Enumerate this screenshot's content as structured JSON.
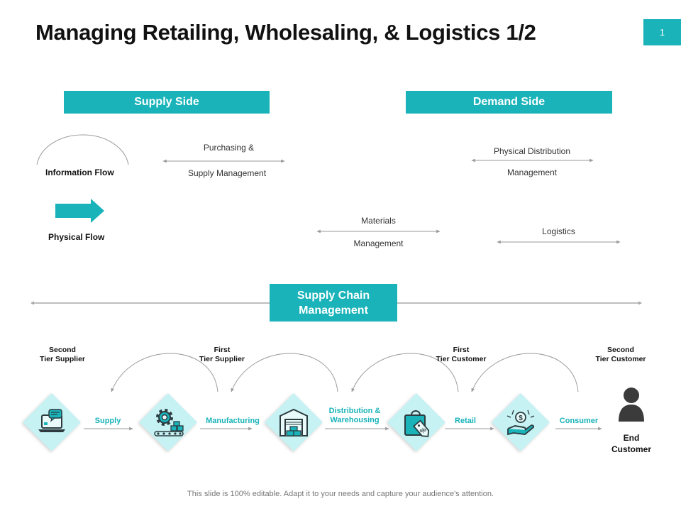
{
  "slide": {
    "title": "Managing Retailing, Wholesaling, & Logistics 1/2",
    "page_number": "1",
    "footer": "This slide is 100% editable. Adapt it to your needs and capture your audience's attention."
  },
  "banners": {
    "supply_side": "Supply Side",
    "demand_side": "Demand Side",
    "scm_line1": "Supply Chain",
    "scm_line2": "Management"
  },
  "legend": {
    "information_flow": "Information Flow",
    "physical_flow": "Physical  Flow"
  },
  "flows": {
    "purchasing_1": "Purchasing &",
    "purchasing_2": "Supply Management",
    "physical_dist_1": "Physical Distribution",
    "physical_dist_2": "Management",
    "materials_1": "Materials",
    "materials_2": "Management",
    "logistics": "Logistics"
  },
  "tiers": {
    "second_supplier_1": "Second",
    "second_supplier_2": "Tier Supplier",
    "first_supplier_1": "First",
    "first_supplier_2": "Tier Supplier",
    "first_customer_1": "First",
    "first_customer_2": "Tier Customer",
    "second_customer_1": "Second",
    "second_customer_2": "Tier Customer"
  },
  "stages": {
    "supply": "Supply",
    "manufacturing": "Manufacturing",
    "distribution_1": "Distribution &",
    "distribution_2": "Warehousing",
    "retail": "Retail",
    "consumer": "Consumer",
    "end_customer_1": "End",
    "end_customer_2": "Customer"
  },
  "icons": {
    "stage_1": "laptop-chat-icon",
    "stage_2": "gear-conveyor-icon",
    "stage_3": "warehouse-icon",
    "stage_4": "shopping-bag-tag-icon",
    "stage_5": "hand-money-icon",
    "end": "person-icon",
    "physical_flow": "right-arrow-icon"
  },
  "colors": {
    "accent": "#19b3b9",
    "accent_light": "#c6f2f3",
    "icon_dark": "#2d3b3f",
    "connector": "#9a9a9a"
  }
}
